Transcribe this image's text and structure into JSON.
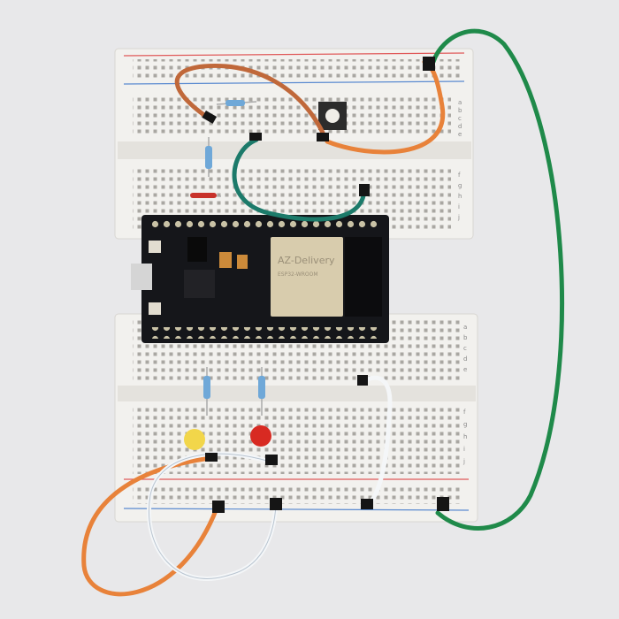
{
  "scene": "breadboard-esp32-circuit",
  "breadboard_rows_top": [
    "a",
    "b",
    "c",
    "d",
    "e"
  ],
  "breadboard_rows_bottom": [
    "f",
    "g",
    "h",
    "i",
    "j"
  ],
  "module": {
    "brand": "AZ-Delivery",
    "model": "ESP32-WROOM"
  },
  "colors": {
    "background": "#e8e8ea",
    "breadboard": "#f2f1ee",
    "board": "#15161a",
    "wire_orange": "#e8823a",
    "wire_green": "#1f8a4a",
    "wire_teal": "#1c7a6a",
    "wire_white": "#f4f6f8",
    "wire_brown": "#b0542e",
    "led_yellow": "#f2d64a",
    "led_red": "#d82a22",
    "rail_red": "#e05a5a",
    "rail_blue": "#5a8ad0"
  }
}
